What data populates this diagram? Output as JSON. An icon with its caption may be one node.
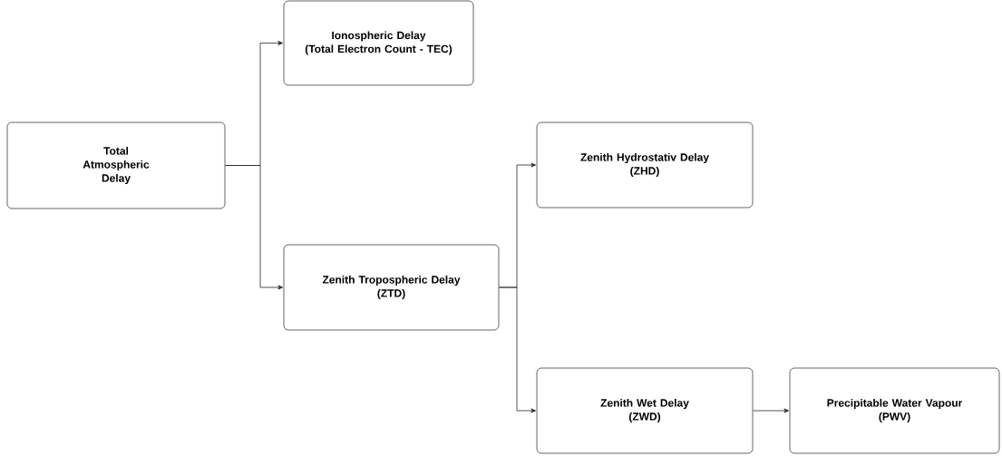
{
  "diagram": {
    "nodes": [
      {
        "text": [
          "Total Atmospheric Delay"
        ]
      },
      {
        "text": [
          "Ionospheric Delay",
          "(Total Electron Count - TEC)"
        ]
      },
      {
        "text": [
          "Zenith Tropospheric Delay",
          "(ZTD)"
        ]
      },
      {
        "text": [
          "Zenith Hydrostativ Delay",
          "(ZHD)"
        ]
      },
      {
        "text": [
          "Zenith Wet Delay",
          "(ZWD)"
        ]
      },
      {
        "text": [
          "Precipitable Water Vapour",
          "(PWV)"
        ]
      }
    ],
    "edges": [
      {
        "from": 0,
        "to": 1,
        "arrow": "to"
      },
      {
        "from": 0,
        "to": 2,
        "arrow": "to"
      },
      {
        "from": 2,
        "to": 3,
        "arrow": "to"
      },
      {
        "from": 2,
        "to": 4,
        "arrow": "to"
      },
      {
        "from": 4,
        "to": 5,
        "arrow": "to"
      }
    ]
  }
}
